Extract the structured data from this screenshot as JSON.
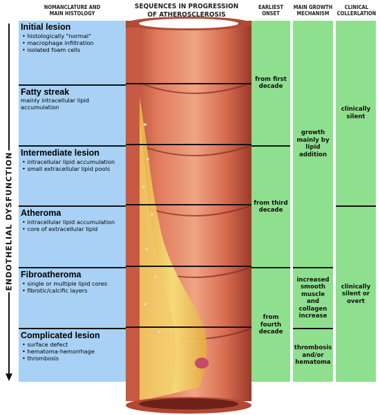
{
  "headers": {
    "histology_line1": "NOMANCLATURE AND",
    "histology_line2": "MAIN HISTOLOGY",
    "sequence_line1": "SEQUENCES IN PROGRESSION",
    "sequence_line2": "OF ATHEROSCLEROSIS",
    "onset_line1": "EARLIEST",
    "onset_line2": "ONSET",
    "mechanism_line1": "MAIN GROWTH",
    "mechanism_line2": "MECHANISM",
    "clinical_line1": "CLINICAL",
    "clinical_line2": "COLLERLATION"
  },
  "side_label": "ENDOTHELIAL DYSFUNCTION",
  "lesions": [
    {
      "name": "Initial lesion",
      "items": [
        "histologically \"normal\"",
        "macrophage infiltration",
        "isolated foam cells"
      ]
    },
    {
      "name": "Fatty streak",
      "items": [
        "mainly intracellular lipid",
        "accumulation"
      ],
      "plain": true
    },
    {
      "name": "Intermediate lesion",
      "items": [
        "intracellular lipid accumulation",
        "small extracellular lipid pools"
      ]
    },
    {
      "name": "Atheroma",
      "items": [
        "intracellular lipid accumulation",
        "core of extracellular lipid"
      ]
    },
    {
      "name": "Fibroatheroma",
      "items": [
        "single or multiple lipid cores",
        "fibrotic/calcific layers"
      ]
    },
    {
      "name": "Complicated lesion",
      "items": [
        "surface defect",
        "hematoma-hemorrhage",
        "thrombosis"
      ]
    }
  ],
  "onset": {
    "first": "from first decade",
    "third": "from third decade",
    "fourth": "from fourth decade"
  },
  "mechanism": {
    "lipid": "growth mainly by lipid addition",
    "smooth": "increased smooth muscle and collagen increase",
    "thrombosis": "thrombosis and/or hematoma"
  },
  "clinical": {
    "silent": "clinically silent",
    "overt": "clinically silent or overt"
  },
  "colors": {
    "histology_bg": "#a8d1f5",
    "columns_bg": "#8ee08e",
    "artery_wall": "#d9694f",
    "lipid_core": "#f2cf5a"
  }
}
